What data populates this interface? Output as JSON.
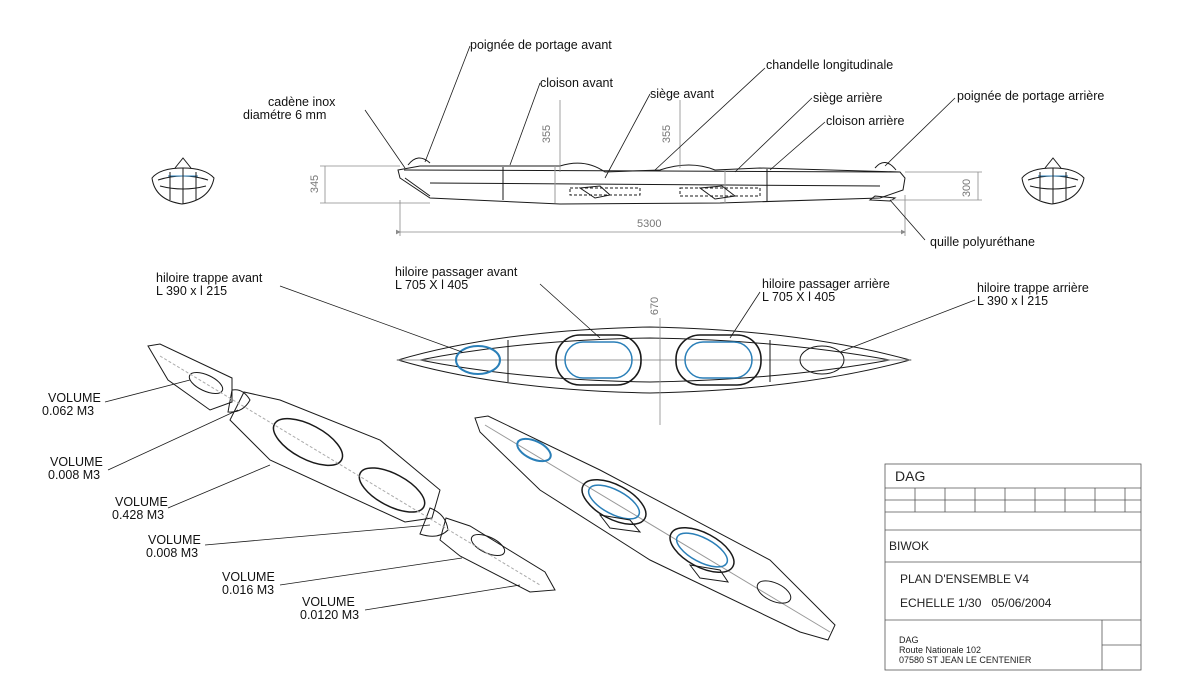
{
  "labels": {
    "poignee_avant": "poignée de portage avant",
    "cloison_avant": "cloison avant",
    "siege_avant": "siège avant",
    "chandelle": "chandelle longitudinale",
    "siege_arriere": "siège arrière",
    "cloison_arriere": "cloison arrière",
    "poignee_arriere": "poignée de portage arrière",
    "cadene_line1": "cadène inox",
    "cadene_line2": "diamétre 6 mm",
    "quille": "quille polyuréthane",
    "hiloire_trappe_avant_1": "hiloire trappe avant",
    "hiloire_trappe_avant_2": "L 390 x l 215",
    "hiloire_passager_avant_1": "hiloire passager avant",
    "hiloire_passager_avant_2": "L 705 X l 405",
    "hiloire_passager_arriere_1": "hiloire passager arrière",
    "hiloire_passager_arriere_2": "L 705 X l 405",
    "hiloire_trappe_arriere_1": "hiloire trappe arrière",
    "hiloire_trappe_arriere_2": "L 390 x l 215"
  },
  "dimensions": {
    "length": "5300",
    "height_front": "345",
    "height_rear": "300",
    "cockpit_front": "355",
    "cockpit_rear": "355",
    "width": "670"
  },
  "volumes": [
    {
      "label": "VOLUME",
      "value": "0.062 M3"
    },
    {
      "label": "VOLUME",
      "value": "0.008 M3"
    },
    {
      "label": "VOLUME",
      "value": "0.428 M3"
    },
    {
      "label": "VOLUME",
      "value": "0.008 M3"
    },
    {
      "label": "VOLUME",
      "value": "0.016 M3"
    },
    {
      "label": "VOLUME",
      "value": "0.0120 M3"
    }
  ],
  "title_block": {
    "company": "DAG",
    "product": "BIWOK",
    "drawing_title": "PLAN D'ENSEMBLE V4",
    "scale_date": "ECHELLE 1/30   05/06/2004",
    "address_1": "DAG",
    "address_2": "Route Nationale 102",
    "address_3": "07580 ST JEAN LE CENTENIER"
  },
  "colors": {
    "line": "#1a1a1a",
    "dim_line": "#8a8a8a",
    "hatch_accent": "#2a7fb8"
  }
}
